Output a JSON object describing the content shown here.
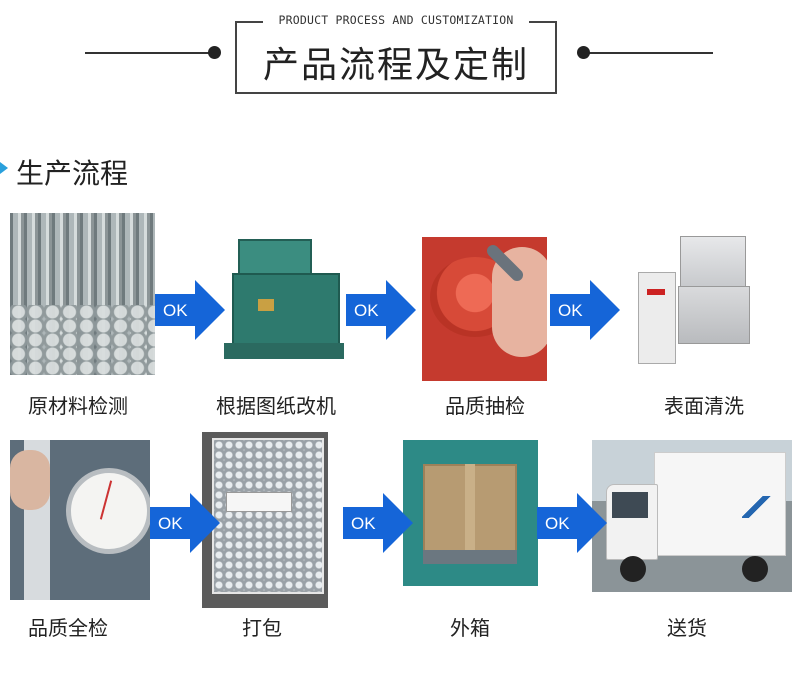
{
  "header": {
    "subtitle": "PRODUCT PROCESS AND CUSTOMIZATION",
    "title": "产品流程及定制"
  },
  "section": {
    "title": "生产流程"
  },
  "colors": {
    "accent": "#2aa0dc",
    "arrow": "#1565d8",
    "text": "#222222"
  },
  "arrow_label": "OK",
  "steps": [
    {
      "label": "原材料检测",
      "icon": "steel-rods-photo"
    },
    {
      "label": "根据图纸改机",
      "icon": "lathe-machine-photo"
    },
    {
      "label": "品质抽检",
      "icon": "hand-inspection-photo"
    },
    {
      "label": "表面清洗",
      "icon": "ultrasonic-cleaner-photo"
    },
    {
      "label": "品质全检",
      "icon": "caliper-gauge-photo"
    },
    {
      "label": "打包",
      "icon": "parts-bag-photo"
    },
    {
      "label": "外箱",
      "icon": "carton-box-photo"
    },
    {
      "label": "送货",
      "icon": "delivery-truck-photo"
    }
  ]
}
